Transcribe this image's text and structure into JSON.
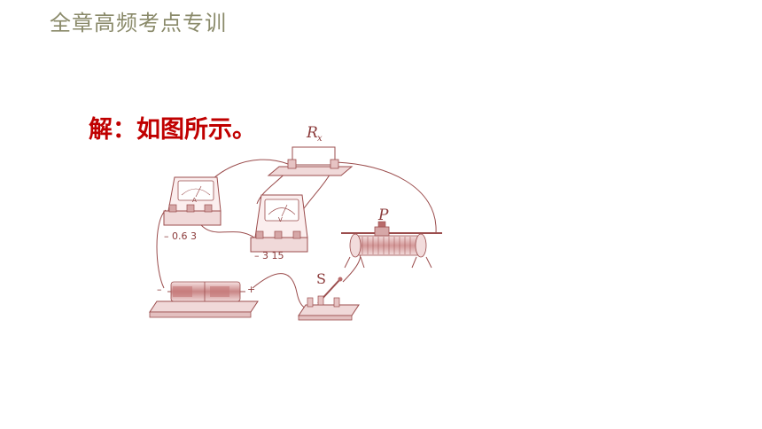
{
  "header": {
    "title": "全章高频考点专训"
  },
  "answer": {
    "text": "解：如图所示。"
  },
  "diagram": {
    "resistor_label": "R",
    "resistor_subscript": "x",
    "ammeter_face": "A",
    "ammeter_terminals": "–  0.6  3",
    "voltmeter_face": "V",
    "voltmeter_terminals": "–  3  15",
    "rheostat_slider_label": "P",
    "switch_label": "S",
    "battery_neg": "–",
    "battery_pos": "+",
    "colors": {
      "line": "#9b4d4d",
      "fill": "#f3e2e2",
      "dark": "#b96b6b"
    }
  }
}
